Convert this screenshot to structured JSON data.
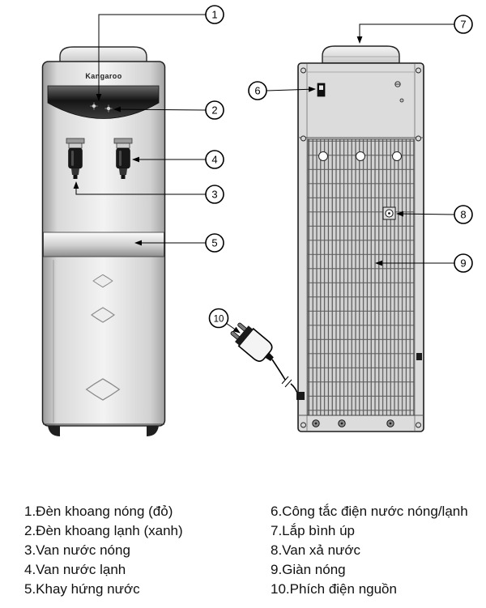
{
  "brand": "Kangaroo",
  "callouts": {
    "c1": "1",
    "c2": "2",
    "c3": "3",
    "c4": "4",
    "c5": "5",
    "c6": "6",
    "c7": "7",
    "c8": "8",
    "c9": "9",
    "c10": "10"
  },
  "legend": {
    "left": [
      "1.Đèn khoang nóng (đỏ)",
      "2.Đèn khoang lạnh (xanh)",
      "3.Van nước nóng",
      "4.Van nước lạnh",
      "5.Khay hứng nước"
    ],
    "right": [
      "6.Công tắc điện nước nóng/lạnh",
      "7.Lắp bình úp",
      "8.Van xả nước",
      "9.Giàn nóng",
      "10.Phích điện nguồn"
    ]
  },
  "colors": {
    "line": "#000000",
    "body_light": "#ececec",
    "body_dark": "#9a9a9a",
    "tank_dark": "#161616",
    "background": "#ffffff"
  }
}
